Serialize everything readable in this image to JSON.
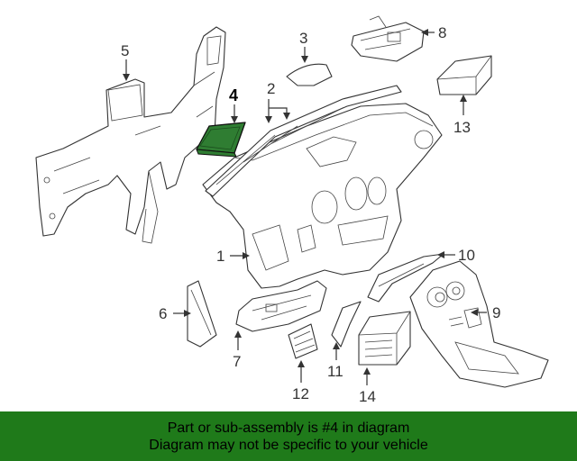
{
  "callouts": {
    "c1": "1",
    "c2": "2",
    "c3": "3",
    "c4": "4",
    "c5": "5",
    "c6": "6",
    "c7": "7",
    "c8": "8",
    "c9": "9",
    "c10": "10",
    "c11": "11",
    "c12": "12",
    "c13": "13",
    "c14": "14"
  },
  "highlight": {
    "part": "4",
    "color": "#2f7d32"
  },
  "banner": {
    "line1": "Part or sub-assembly is #4 in diagram",
    "line2": "Diagram may not be specific to your vehicle",
    "background": "#1f7a1a"
  }
}
